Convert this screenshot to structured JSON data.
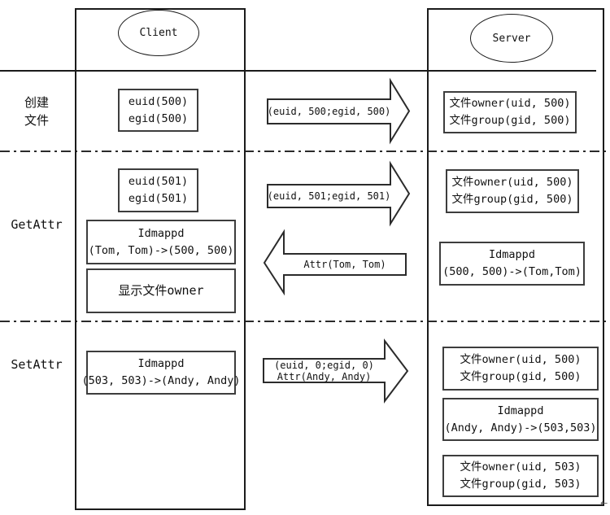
{
  "lanes": {
    "client": {
      "title": "Client"
    },
    "server": {
      "title": "Server"
    }
  },
  "row_labels": {
    "create": {
      "lines": [
        "创建",
        "文件"
      ]
    },
    "getattr": {
      "label": "GetAttr"
    },
    "setattr": {
      "label": "SetAttr"
    }
  },
  "boxes": {
    "create_client_ids": {
      "lines": [
        "euid(500)",
        "egid(500)"
      ]
    },
    "create_server_owner": {
      "lines": [
        "文件owner(uid, 500)",
        "文件group(gid, 500)"
      ]
    },
    "getattr_client_ids": {
      "lines": [
        "euid(501)",
        "egid(501)"
      ]
    },
    "getattr_client_idmap": {
      "lines": [
        "Idmappd",
        "(Tom, Tom)->(500, 500)"
      ]
    },
    "getattr_client_display": {
      "lines": [
        "显示文件owner"
      ]
    },
    "getattr_server_owner": {
      "lines": [
        "文件owner(uid, 500)",
        "文件group(gid, 500)"
      ]
    },
    "getattr_server_idmap": {
      "lines": [
        "Idmappd",
        "(500, 500)->(Tom,Tom)"
      ]
    },
    "setattr_client_idmap": {
      "lines": [
        "Idmappd",
        "(503, 503)->(Andy, Andy)"
      ]
    },
    "setattr_server_owner_before": {
      "lines": [
        "文件owner(uid, 500)",
        "文件group(gid, 500)"
      ]
    },
    "setattr_server_idmap": {
      "lines": [
        "Idmappd",
        "(Andy, Andy)->(503,503)"
      ]
    },
    "setattr_server_owner_after": {
      "lines": [
        "文件owner(uid, 503)",
        "文件group(gid, 503)"
      ]
    }
  },
  "arrows": {
    "create_request": {
      "direction": "right",
      "lines": [
        "(euid, 500;egid, 500)"
      ]
    },
    "getattr_request": {
      "direction": "right",
      "lines": [
        "(euid, 501;egid, 501)"
      ]
    },
    "getattr_response": {
      "direction": "left",
      "lines": [
        "Attr(Tom, Tom)"
      ]
    },
    "setattr_request": {
      "direction": "right",
      "lines": [
        "(euid, 0;egid, 0)",
        "Attr(Andy, Andy)"
      ]
    }
  },
  "artifacts": {
    "cursor": "←"
  }
}
